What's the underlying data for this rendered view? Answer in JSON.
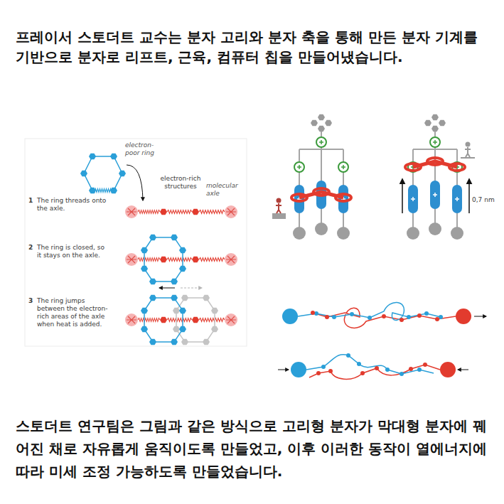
{
  "diagram": {
    "title": "프레이서 스토더트 교수는 분자 고리와 분자 축을 통해 만든 분자 기계를 기반으로 분자로 리프트, 근육, 컴퓨터 칩을 만들어냈습니다.",
    "caption": "스토더트 연구팀은 그림과 같은 방식으로 고리형 분자가 막대형 분자에 꿰어진 채로 자유롭게 움직이도록 만들었고, 이후 이러한 동작이 열에너지에 따라 미세 조정 가능하도록 만들었습니다.",
    "labels": [
      "electron-poor ring",
      "electron-rich structures",
      "molecular axle",
      "1",
      "The ring threads onto the axle.",
      "2",
      "The ring is closed, so it stays on the axle.",
      "3",
      "The ring jumps between the electron-rich areas of the axle when heat is added.",
      "0,7 nm"
    ]
  }
}
